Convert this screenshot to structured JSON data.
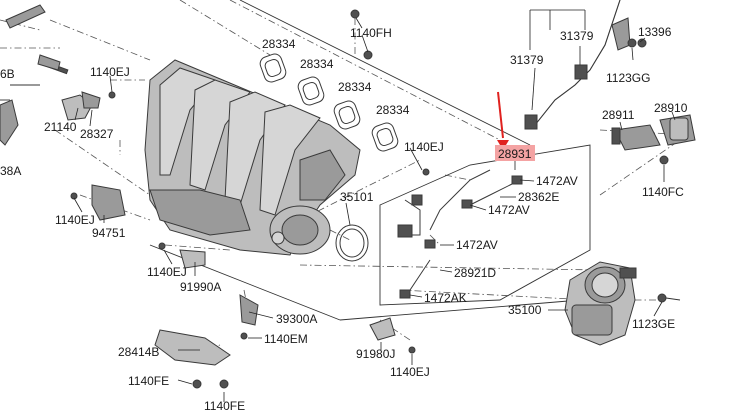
{
  "labels": {
    "l_26b": "6B",
    "l_38a": "38A",
    "l_1140ej_a": "1140EJ",
    "l_21140": "21140",
    "l_28327": "28327",
    "l_1140ej_b": "1140EJ",
    "l_94751": "94751",
    "l_1140ej_c": "1140EJ",
    "l_91990a": "91990A",
    "l_28334_a": "28334",
    "l_28334_b": "28334",
    "l_28334_c": "28334",
    "l_28334_d": "28334",
    "l_1140fh": "1140FH",
    "l_1140ej_d": "1140EJ",
    "l_35101": "35101",
    "l_39300a": "39300A",
    "l_1140em": "1140EM",
    "l_28414b": "28414B",
    "l_1140fe_a": "1140FE",
    "l_1140fe_b": "1140FE",
    "l_91980j": "91980J",
    "l_1140ej_e": "1140EJ",
    "l_28931": "28931",
    "l_1472av_a": "1472AV",
    "l_28362e": "28362E",
    "l_1472av_b": "1472AV",
    "l_1472av_c": "1472AV",
    "l_28921d": "28921D",
    "l_1472ak": "1472AK",
    "l_31379_a": "31379",
    "l_31379_b": "31379",
    "l_13396": "13396",
    "l_1123gg": "1123GG",
    "l_28911": "28911",
    "l_28910": "28910",
    "l_1140fc": "1140FC",
    "l_35100": "35100",
    "l_1123ge": "1123GE"
  },
  "colors": {
    "highlight_fill": "#f4a3a3",
    "highlight_arrow": "#e0221f",
    "line": "#333333",
    "part_gray": "#bdbdbd"
  }
}
